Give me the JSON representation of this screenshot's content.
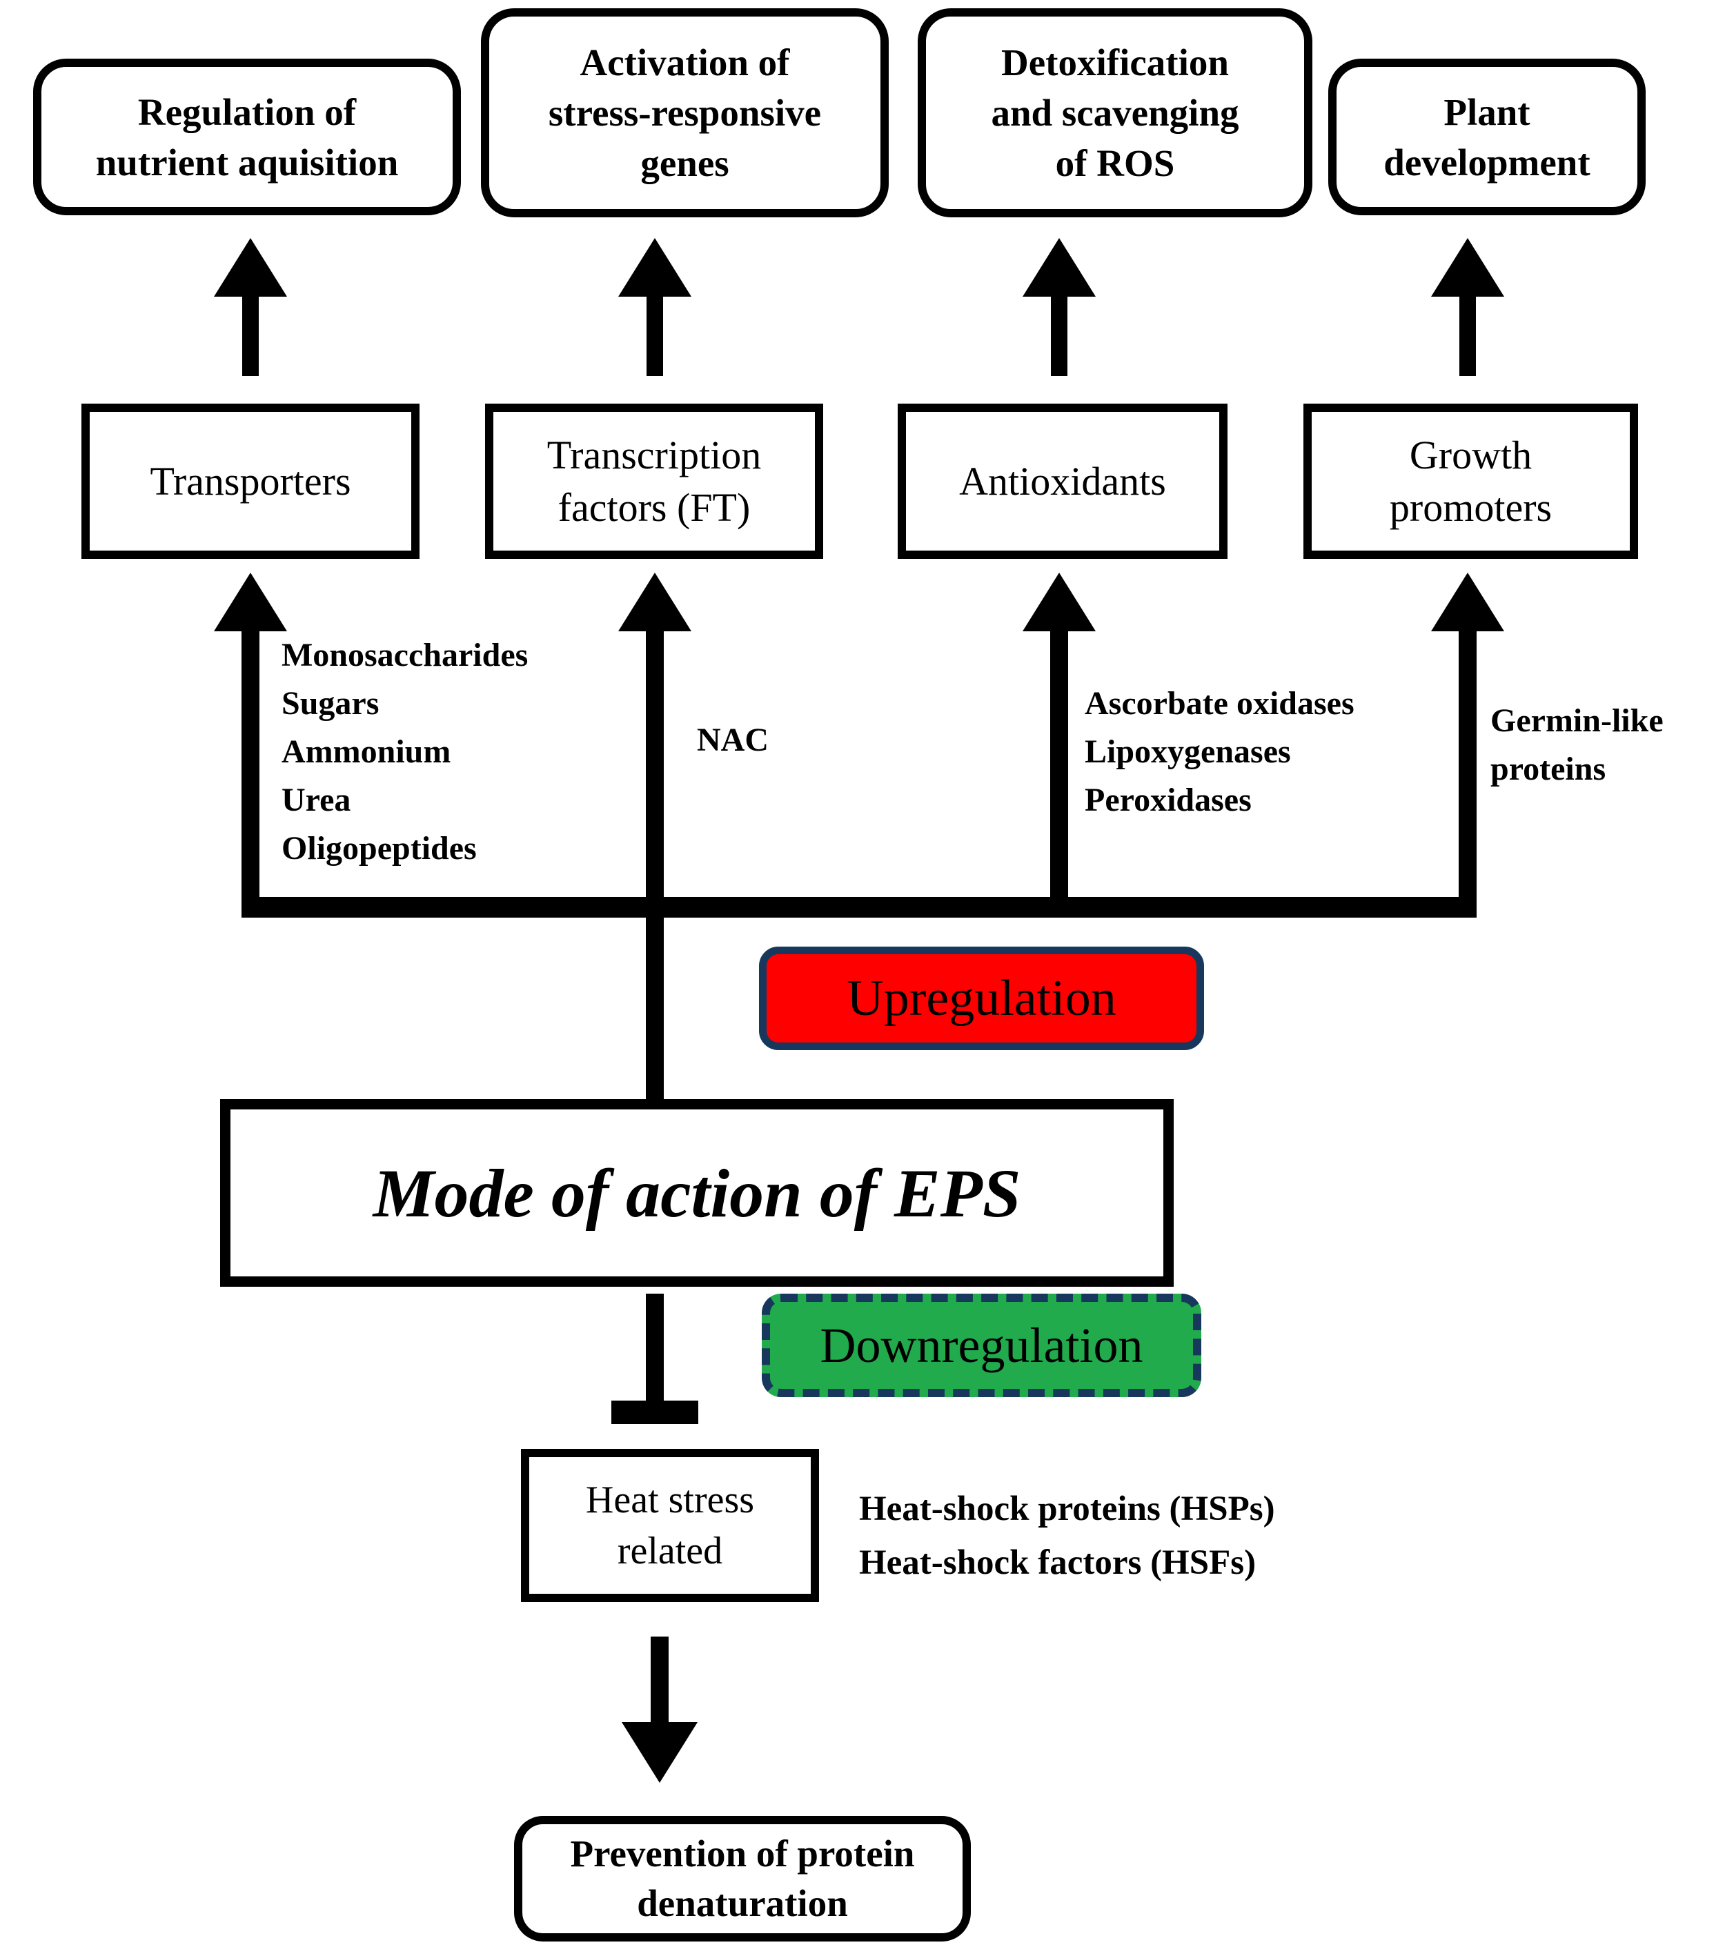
{
  "title": "Mode of action of EPS",
  "colors": {
    "arrow_black": "#000000",
    "upregulation_fill": "#ff0000",
    "downregulation_fill": "#21ab4d",
    "label_border_navy": "#17375d",
    "box_background": "#ffffff"
  },
  "outcome_boxes": [
    {
      "id": "regulation-of-nutrient-aquisition",
      "lines": [
        "Regulation of",
        "nutrient aquisition"
      ]
    },
    {
      "id": "activation-of-stress-responsive-genes",
      "lines": [
        "Activation of",
        "stress-responsive",
        "genes"
      ]
    },
    {
      "id": "detoxification-and-scavenging-of-ros",
      "lines": [
        "Detoxification",
        "and scavenging",
        "of ROS"
      ]
    },
    {
      "id": "plant-development",
      "lines": [
        "Plant",
        "development"
      ]
    }
  ],
  "mediator_boxes": [
    {
      "id": "transporters",
      "lines": [
        "Transporters"
      ]
    },
    {
      "id": "transcription-factors",
      "lines": [
        "Transcription",
        "factors (FT)"
      ]
    },
    {
      "id": "antioxidants",
      "lines": [
        "Antioxidants"
      ]
    },
    {
      "id": "growth-promoters",
      "lines": [
        "Growth",
        "promoters"
      ]
    }
  ],
  "arrow_annotations": [
    {
      "id": "transporter-substrates",
      "lines": [
        "Monosaccharides",
        "Sugars",
        "Ammonium",
        "Urea",
        "Oligopeptides"
      ]
    },
    {
      "id": "nac",
      "lines": [
        "NAC"
      ]
    },
    {
      "id": "antioxidant-enzymes",
      "lines": [
        "Ascorbate oxidases",
        "Lipoxygenases",
        "Peroxidases"
      ]
    },
    {
      "id": "germin-like-proteins",
      "lines": [
        "Germin-like",
        "proteins"
      ]
    }
  ],
  "upregulation_label": "Upregulation",
  "downregulation_label": "Downregulation",
  "central_box_label": "Mode of action of EPS",
  "heat_stress_box": {
    "lines": [
      "Heat stress",
      "related"
    ]
  },
  "heat_shock_annotation": {
    "lines": [
      "Heat-shock proteins (HSPs)",
      "Heat-shock factors (HSFs)"
    ]
  },
  "prevention_box": {
    "lines": [
      "Prevention of protein",
      "denaturation"
    ]
  }
}
